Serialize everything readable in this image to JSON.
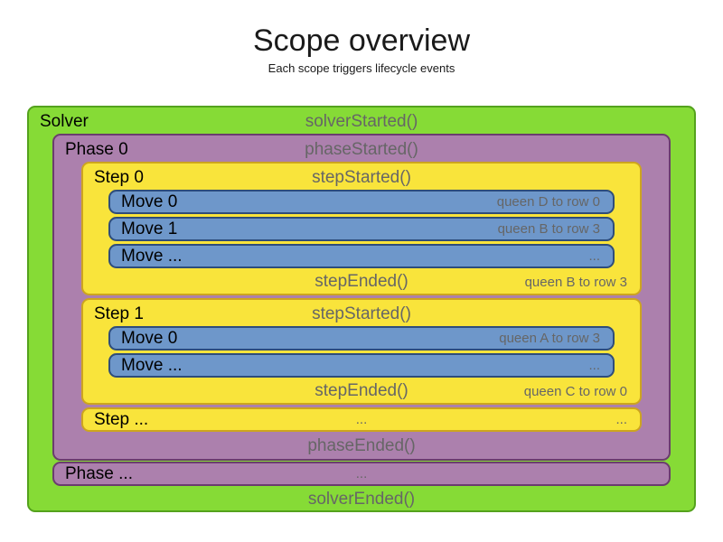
{
  "title": "Scope overview",
  "subtitle": "Each scope triggers lifecycle events",
  "colors": {
    "solver_bg": "#86DB36",
    "solver_border": "#54A21D",
    "phase_bg": "#AC80AD",
    "phase_border": "#6B3D6E",
    "step_bg": "#F9E43B",
    "step_border": "#CDA51E",
    "move_bg": "#6E97CA",
    "move_border": "#2E4D7B",
    "label_text": "#000000",
    "event_text": "#666666"
  },
  "solver": {
    "label": "Solver",
    "started_event": "solverStarted()",
    "ended_event": "solverEnded()",
    "phases": [
      {
        "label": "Phase 0",
        "started_event": "phaseStarted()",
        "ended_event": "phaseEnded()",
        "steps": [
          {
            "label": "Step 0",
            "started_event": "stepStarted()",
            "ended_event": "stepEnded()",
            "ended_note": "queen B to row 3",
            "moves": [
              {
                "label": "Move 0",
                "note": "queen D to row 0"
              },
              {
                "label": "Move 1",
                "note": "queen B to row 3"
              },
              {
                "label": "Move ...",
                "note": "..."
              }
            ]
          },
          {
            "label": "Step 1",
            "started_event": "stepStarted()",
            "ended_event": "stepEnded()",
            "ended_note": "queen C to row 0",
            "moves": [
              {
                "label": "Move 0",
                "note": "queen A to row 3"
              },
              {
                "label": "Move ...",
                "note": "..."
              }
            ]
          },
          {
            "label": "Step ...",
            "center_dots": "...",
            "right_dots": "..."
          }
        ]
      },
      {
        "label": "Phase ...",
        "center_dots": "..."
      }
    ]
  }
}
